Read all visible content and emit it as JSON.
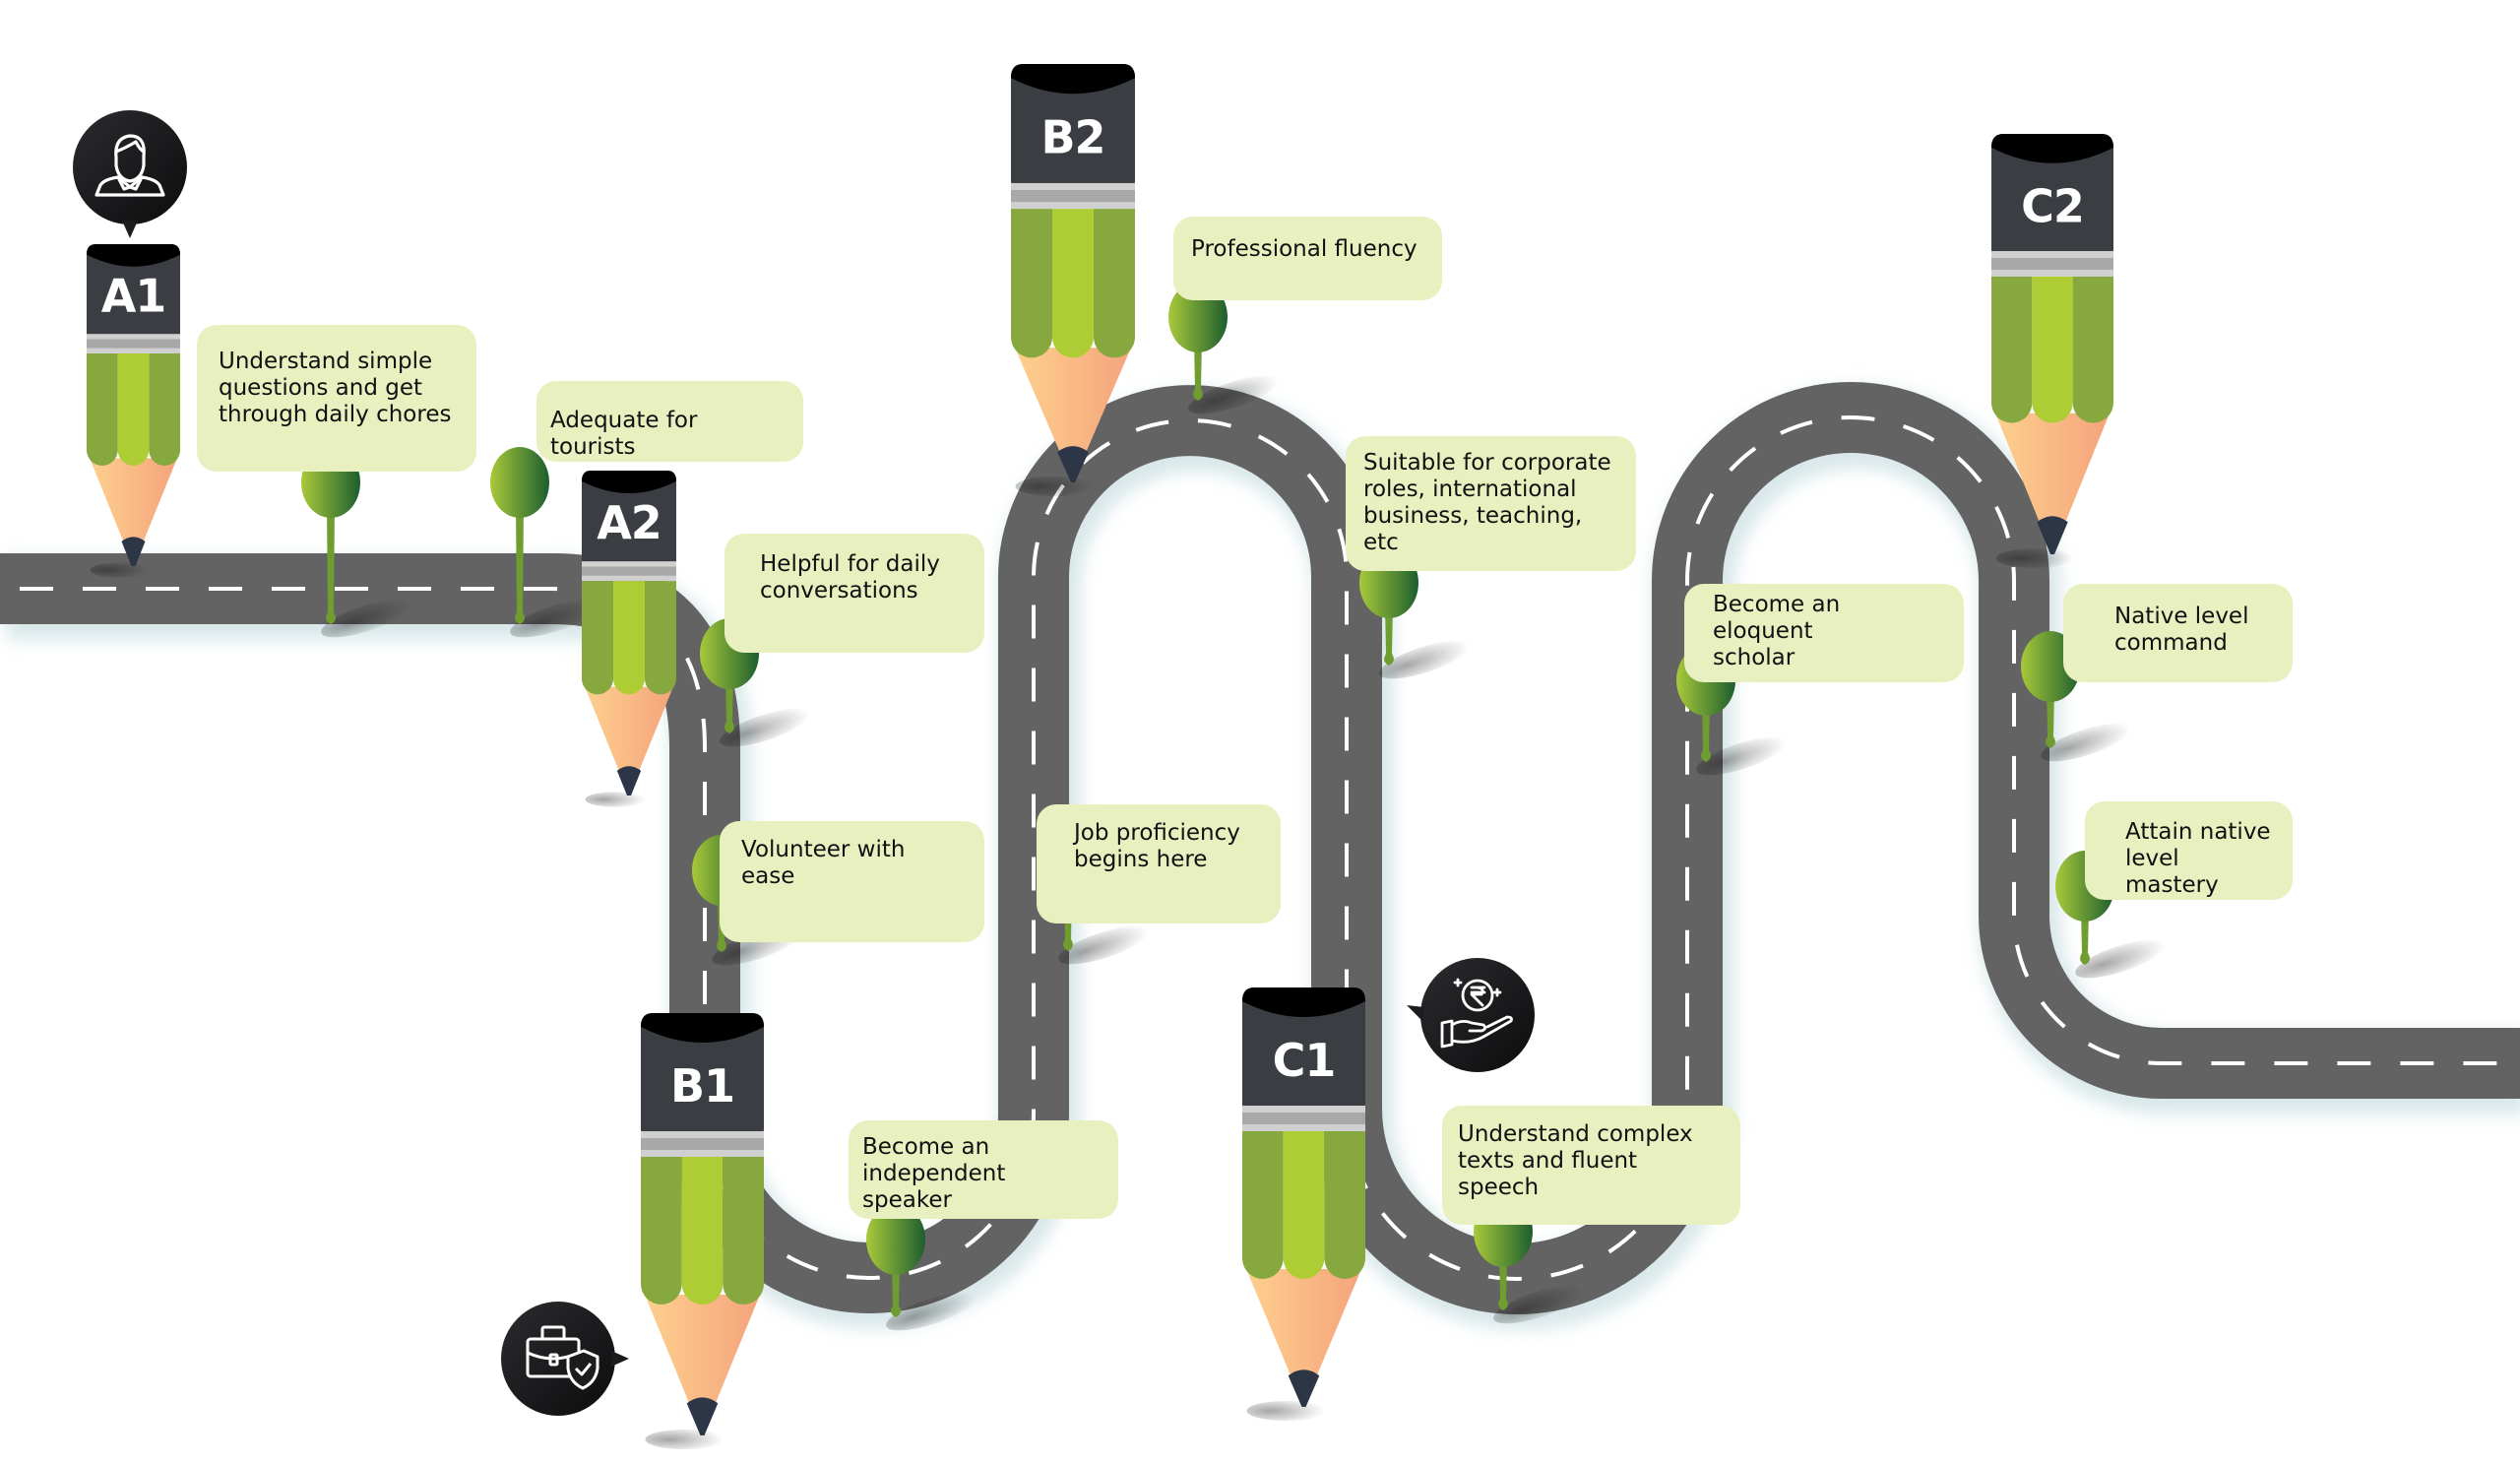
{
  "title": "Language proficiency roadmap",
  "colors": {
    "road": "#636363",
    "road_marking": "#ffffff",
    "callout_bg": "#e8f0bf",
    "pencil_cap": "#3a3d42",
    "pencil_cap_top": "#000000",
    "pencil_ferrule_light": "#d0d0d0",
    "pencil_ferrule_dark": "#a8a8a8",
    "pencil_body_dark": "#86a83e",
    "pencil_body_light": "#aecd35",
    "pencil_wood_left": "#fbc98a",
    "pencil_wood_right": "#f6a77e",
    "pencil_lead": "#2d3646",
    "pin_light": "#a8c93a",
    "pin_dark": "#1f6030",
    "icon_bubble": "#1b1c1e"
  },
  "levels": [
    {
      "id": "A1",
      "label": "A1"
    },
    {
      "id": "A2",
      "label": "A2"
    },
    {
      "id": "B1",
      "label": "B1"
    },
    {
      "id": "B2",
      "label": "B2"
    },
    {
      "id": "C1",
      "label": "C1"
    },
    {
      "id": "C2",
      "label": "C2"
    }
  ],
  "milestones": [
    {
      "level": "A1",
      "lines": [
        "Understand simple",
        "questions and get",
        "through daily chores"
      ]
    },
    {
      "level": "A1",
      "lines": [
        "Adequate for tourists"
      ]
    },
    {
      "level": "A2",
      "lines": [
        "Helpful for daily",
        "conversations"
      ]
    },
    {
      "level": "A2",
      "lines": [
        "Volunteer with ease"
      ]
    },
    {
      "level": "B1",
      "lines": [
        "Become an",
        "independent speaker"
      ]
    },
    {
      "level": "B1",
      "lines": [
        "Job proficiency",
        "begins here"
      ]
    },
    {
      "level": "B2",
      "lines": [
        "Professional fluency"
      ]
    },
    {
      "level": "B2",
      "lines": [
        "Suitable for corporate",
        "roles, international",
        "business, teaching, etc"
      ]
    },
    {
      "level": "C1",
      "lines": [
        "Understand complex",
        "texts and fluent speech"
      ]
    },
    {
      "level": "C1",
      "lines": [
        "Become an eloquent",
        "scholar"
      ]
    },
    {
      "level": "C2",
      "lines": [
        "Native level",
        "command"
      ]
    },
    {
      "level": "C2",
      "lines": [
        "Attain native",
        "level mastery"
      ]
    }
  ],
  "icons": [
    {
      "name": "person-icon",
      "attached_to": "A1"
    },
    {
      "name": "briefcase-shield-icon",
      "attached_to": "B1"
    },
    {
      "name": "rupee-hand-icon",
      "attached_to": "C1"
    }
  ]
}
